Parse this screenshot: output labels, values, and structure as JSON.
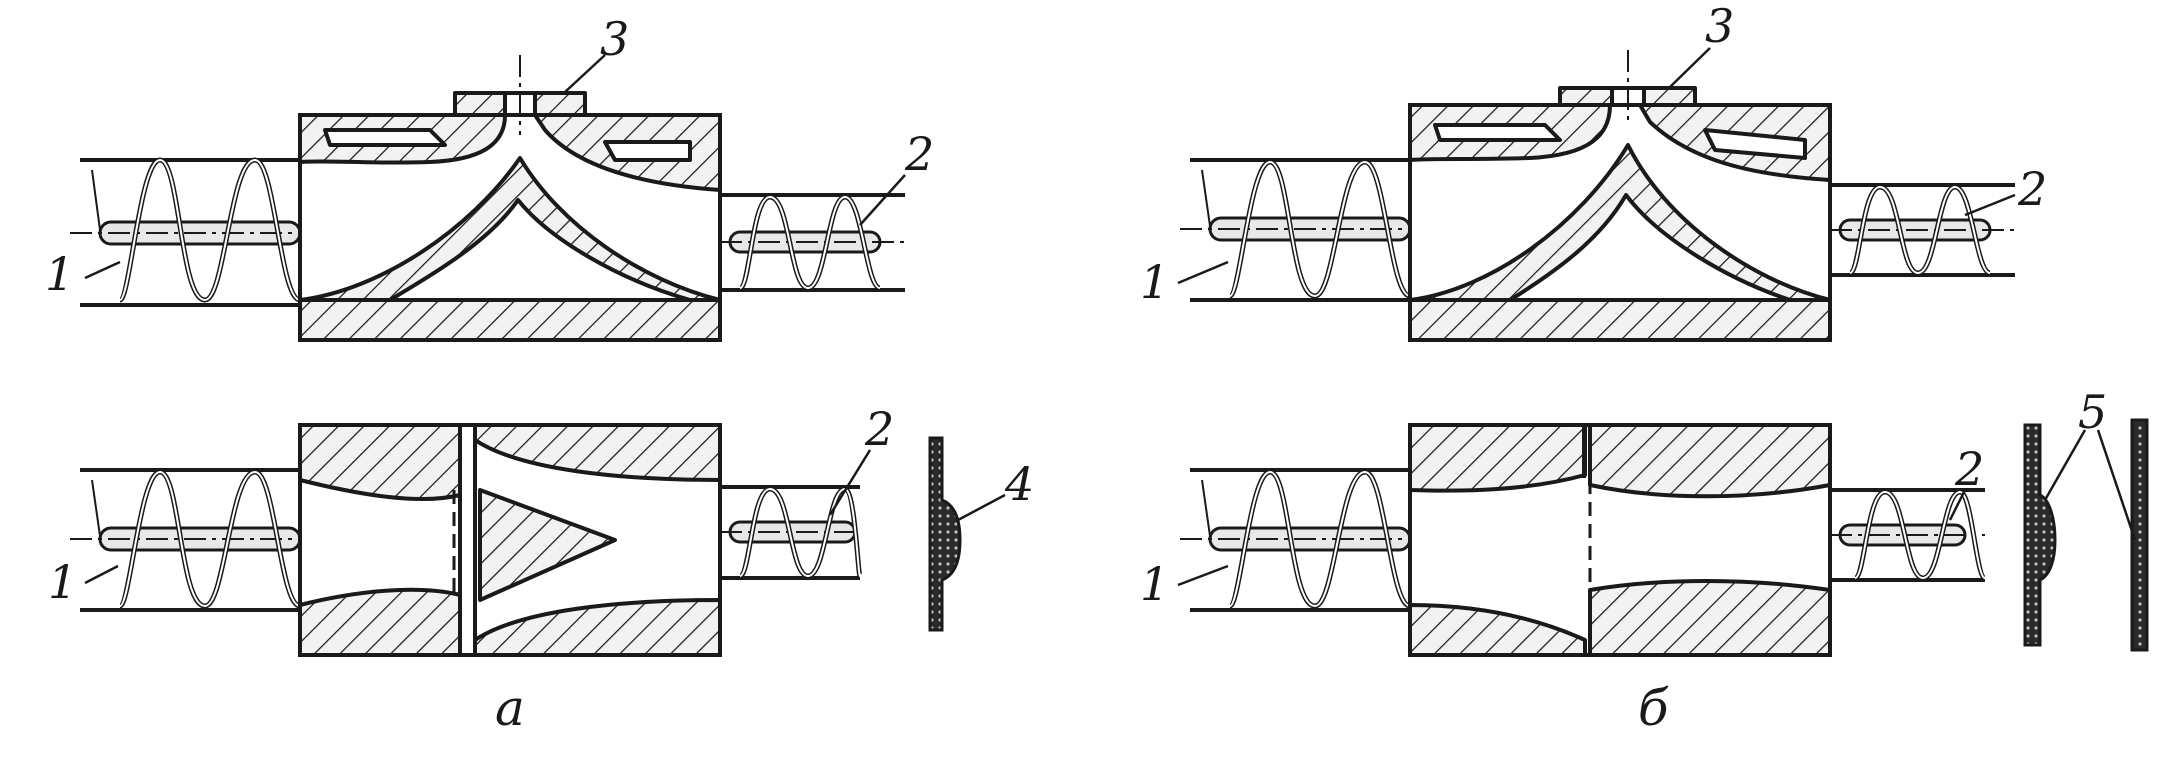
{
  "labels": {
    "screw_feed": "1",
    "screw_out": "2",
    "port": "3",
    "die": "4",
    "dies": "5"
  },
  "captions": {
    "left": "а",
    "right": "б"
  }
}
